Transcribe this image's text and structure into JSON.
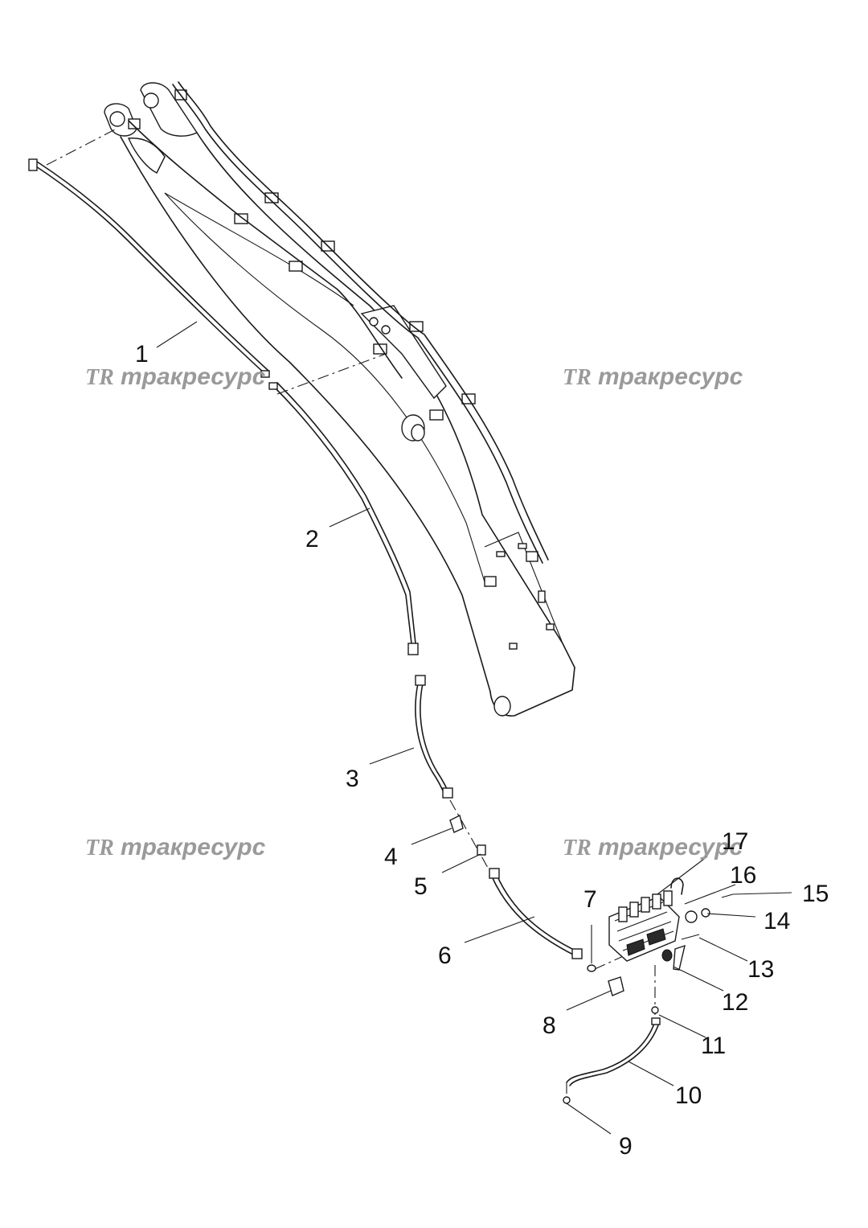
{
  "watermark": {
    "text": "тракресурс",
    "logo": "TR"
  },
  "callouts": [
    {
      "num": "1"
    },
    {
      "num": "2"
    },
    {
      "num": "3"
    },
    {
      "num": "4"
    },
    {
      "num": "5"
    },
    {
      "num": "6"
    },
    {
      "num": "7"
    },
    {
      "num": "8"
    },
    {
      "num": "9"
    },
    {
      "num": "10"
    },
    {
      "num": "11"
    },
    {
      "num": "12"
    },
    {
      "num": "13"
    },
    {
      "num": "14"
    },
    {
      "num": "15"
    },
    {
      "num": "16"
    },
    {
      "num": "17"
    }
  ]
}
